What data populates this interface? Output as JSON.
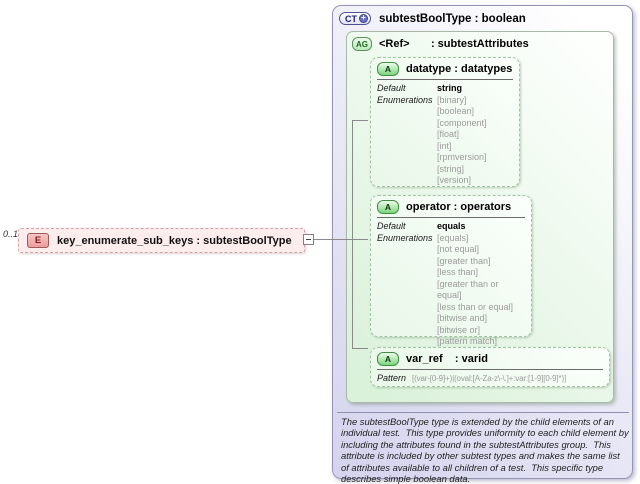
{
  "colors": {
    "element_pink_fill": "#fdeded",
    "element_badge_red": "#a05858",
    "group_green_fill": "#daf1da",
    "attribute_badge_green": "#3f8f3f",
    "complextype_lavender_fill": "#d5d5ee",
    "complextype_badge_blue": "#4f4f96",
    "enumeration_gray": "#9b9b9b"
  },
  "element": {
    "occurrence": "0..1",
    "badge": "E",
    "label": "key_enumerate_sub_keys : subtestBoolType"
  },
  "complex_type": {
    "badge": "CT",
    "badge_plus": "+",
    "title": "subtestBoolType : boolean",
    "attribute_group": {
      "badge": "AG",
      "title": "<Ref>       : subtestAttributes",
      "attributes": {
        "datatype": {
          "badge": "A",
          "title": "datatype : datatypes",
          "default_label": "Default",
          "enumerations_label": "Enumerations",
          "default_value": "string",
          "enumerations": [
            "[binary]",
            "[boolean]",
            "[component]",
            "[float]",
            "[int]",
            "[rpmversion]",
            "[string]",
            "[version]"
          ]
        },
        "operator": {
          "badge": "A",
          "title": "operator : operators",
          "default_label": "Default",
          "enumerations_label": "Enumerations",
          "default_value": "equals",
          "enumerations": [
            "[equals]",
            "[not equal]",
            "[greater than]",
            "[less than]",
            "[greater than or equal]",
            "[less than or equal]",
            "[bitwise and]",
            "[bitwise or]",
            "[pattern match]"
          ]
        },
        "var_ref": {
          "badge": "A",
          "title": "var_ref    : varid",
          "pattern_label": "Pattern",
          "pattern_value": "[(var-[0-9]+)|(oval:[A-Za-z\\-\\.]+:var:[1-9][0-9]*)]"
        }
      }
    },
    "annotation": "The subtestBoolType type is extended by the child elements of an individual test.  This type provides uniformity to each child element by including the attributes found in the subtestAttributes group.  This attribute is included by other subtest types and makes the same list of attributes available to all children of a test.  This specific type describes simple boolean data."
  }
}
